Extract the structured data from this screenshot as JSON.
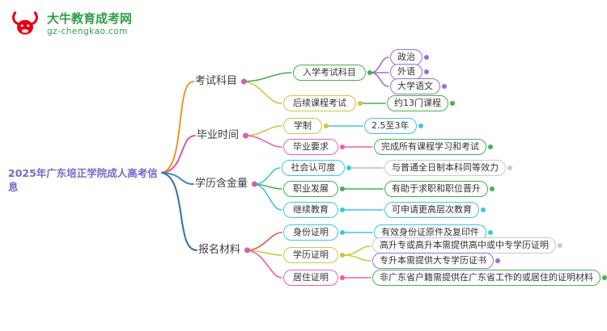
{
  "logo": {
    "name": "大牛教育成考网",
    "domain": "gz-chengkao.com",
    "brand_green": "#2f9e49",
    "bull_red": "#e60012"
  },
  "root": {
    "label": "2025年广东培正学院成人高考信息",
    "color": "#7a68c8"
  },
  "palette": {
    "orange": "#e8982c",
    "pink": "#ef5fa7",
    "magenta": "#d45fb0",
    "blue": "#3a85c6",
    "dark_blue": "#2f6fb5",
    "red": "#e0564a",
    "green": "#45b054",
    "purple": "#9b6fd0",
    "yellow": "#cfc63e",
    "cyan": "#3fc6dc",
    "gray": "#c9c9c9"
  },
  "branches": [
    {
      "label": "考试科目",
      "line_color": "#e8982c",
      "children": [
        {
          "label": "入学考试科目",
          "border": "#45b054",
          "children": [
            {
              "label": "政治",
              "border": "#9b6fd0"
            },
            {
              "label": "外语",
              "border": "#9b6fd0"
            },
            {
              "label": "大学语文",
              "border": "#9b6fd0"
            }
          ]
        },
        {
          "label": "后续课程考试",
          "border": "#cfc63e",
          "children": [
            {
              "label": "约13门课程",
              "border": "#45b054"
            }
          ]
        }
      ]
    },
    {
      "label": "毕业时间",
      "line_color": "#e0559d",
      "children": [
        {
          "label": "学制",
          "border": "#cfc63e",
          "children": [
            {
              "label": "2.5至3年",
              "border": "#3fc6dc"
            }
          ]
        },
        {
          "label": "毕业要求",
          "border": "#ef5fa7",
          "children": [
            {
              "label": "完成所有课程学习和考试",
              "border": "#45b054"
            }
          ]
        }
      ]
    },
    {
      "label": "学历含金量",
      "line_color": "#3a85c6",
      "children": [
        {
          "label": "社会认可度",
          "border": "#3fc6dc",
          "children": [
            {
              "label": "与普通全日制本科同等效力",
              "border": "#c9c9c9"
            }
          ]
        },
        {
          "label": "职业发展",
          "border": "#45b054",
          "children": [
            {
              "label": "有助于求职和职位晋升",
              "border": "#45b054"
            }
          ]
        },
        {
          "label": "继续教育",
          "border": "#3fc6dc",
          "children": [
            {
              "label": "可申请更高层次教育",
              "border": "#3fc6dc"
            }
          ]
        }
      ]
    },
    {
      "label": "报名材料",
      "line_color": "#2f6fb5",
      "children": [
        {
          "label": "身份证明",
          "border": "#3fc6dc",
          "children": [
            {
              "label": "有效身份证原件及复印件",
              "border": "#3fc6dc"
            }
          ]
        },
        {
          "label": "学历证明",
          "border": "#cfc63e",
          "children": [
            {
              "label": "高升专或高升本需提供高中或中专学历证明",
              "border": "#c9c9c9"
            },
            {
              "label": "专升本需提供大专学历证书",
              "border": "#9b6fd0"
            }
          ]
        },
        {
          "label": "居住证明",
          "border": "#ef5fa7",
          "children": [
            {
              "label": "非广东省户籍需提供在广东省工作的或居住的证明材料",
              "border": "#45b054"
            }
          ]
        }
      ]
    }
  ]
}
